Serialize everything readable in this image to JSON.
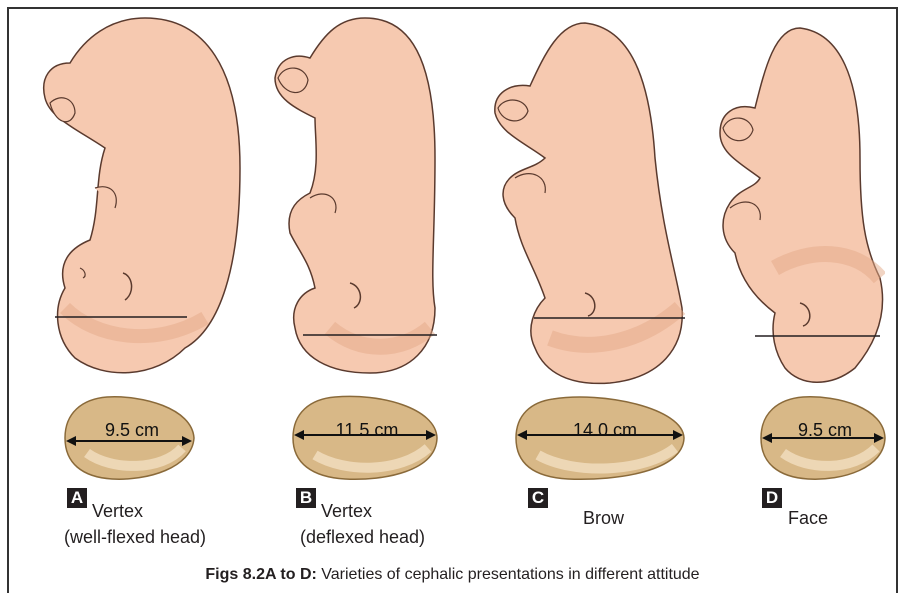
{
  "figures": [
    {
      "letter": "A",
      "measure": "9.5 cm",
      "line1": "Vertex",
      "line2": "(well-flexed head)"
    },
    {
      "letter": "B",
      "measure": "11.5 cm",
      "line1": "Vertex",
      "line2": "(deflexed head)"
    },
    {
      "letter": "C",
      "measure": "14.0 cm",
      "line1": "Brow",
      "line2": ""
    },
    {
      "letter": "D",
      "measure": "9.5 cm",
      "line1": "Face",
      "line2": ""
    }
  ],
  "caption": {
    "bold": "Figs 8.2A to D:",
    "text": " Varieties of cephalic presentations in different attitude"
  },
  "colors": {
    "skin": "#f6c9b0",
    "skin_shade": "#e8a98c",
    "outline": "#5a3a2e",
    "hair": "#e3a988",
    "section_fill": "#d8b887",
    "section_edge": "#8a6a3a"
  }
}
